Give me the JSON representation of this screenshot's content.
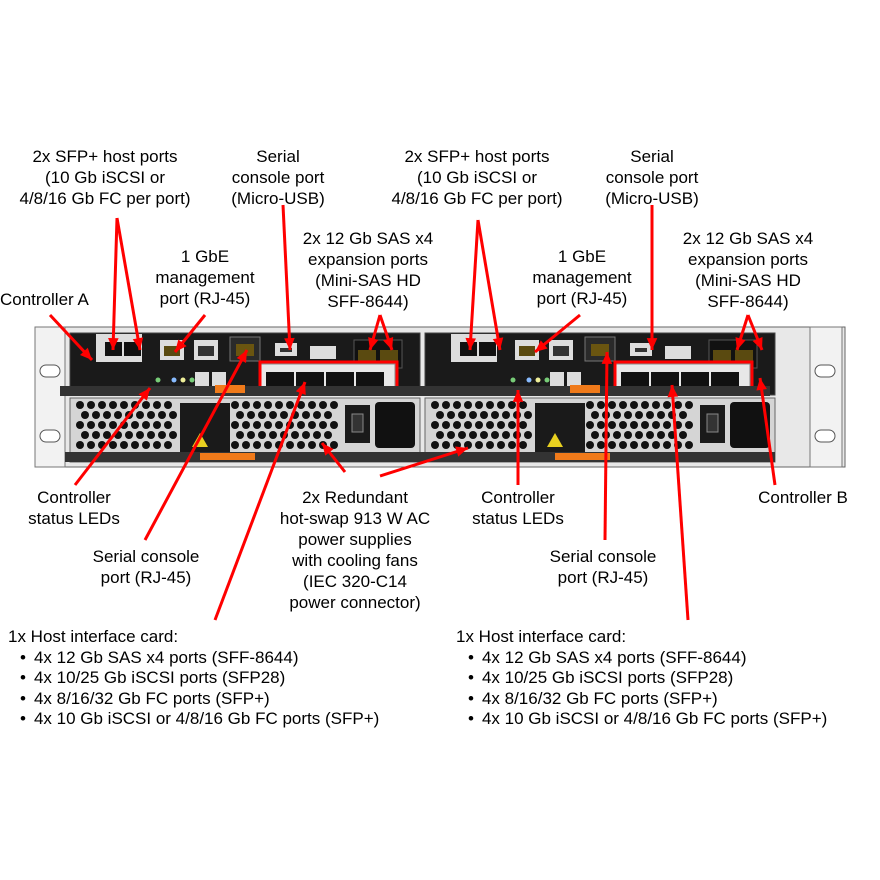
{
  "callouts": {
    "sfp_left": [
      "2x SFP+ host ports",
      "(10 Gb iSCSI or",
      "4/8/16 Gb FC per port)"
    ],
    "serial_usb_left": [
      "Serial",
      "console port",
      "(Micro-USB)"
    ],
    "gbe_left": [
      "1 GbE",
      "management",
      "port (RJ-45)"
    ],
    "sas_left": [
      "2x 12 Gb SAS x4",
      "expansion ports",
      "(Mini-SAS HD",
      "SFF-8644)"
    ],
    "controller_a": [
      "Controller A"
    ],
    "sfp_right": [
      "2x SFP+ host ports",
      "(10 Gb iSCSI or",
      "4/8/16 Gb FC per port)"
    ],
    "serial_usb_right": [
      "Serial",
      "console port",
      "(Micro-USB)"
    ],
    "gbe_right": [
      "1 GbE",
      "management",
      "port (RJ-45)"
    ],
    "sas_right": [
      "2x 12 Gb SAS x4",
      "expansion ports",
      "(Mini-SAS HD",
      "SFF-8644)"
    ],
    "status_leds_left": [
      "Controller",
      "status LEDs"
    ],
    "serial_rj45_left": [
      "Serial console",
      "port (RJ-45)"
    ],
    "psu": [
      "2x Redundant",
      "hot-swap 913 W AC",
      "power supplies",
      "with cooling fans",
      "(IEC 320-C14",
      "power connector)"
    ],
    "status_leds_right": [
      "Controller",
      "status LEDs"
    ],
    "serial_rj45_right": [
      "Serial console",
      "port (RJ-45)"
    ],
    "controller_b": [
      "Controller B"
    ]
  },
  "host_cards": [
    {
      "title": "1x Host interface card:",
      "items": [
        "4x 12 Gb SAS x4 ports (SFF-8644)",
        "4x 10/25 Gb iSCSI ports (SFP28)",
        "4x 8/16/32 Gb FC ports (SFP+)",
        "4x 10 Gb iSCSI or 4/8/16 Gb FC ports (SFP+)"
      ]
    },
    {
      "title": "1x Host interface card:",
      "items": [
        "4x 12 Gb SAS x4 ports (SFF-8644)",
        "4x 10/25 Gb iSCSI ports (SFP28)",
        "4x 8/16/32 Gb FC ports (SFP+)",
        "4x 10 Gb iSCSI or 4/8/16 Gb FC ports (SFP+)"
      ]
    }
  ],
  "colors": {
    "arrow": "#ff0000",
    "handle": "#f07a1a",
    "chassis": "#e8e8e8",
    "module": "#1a1a1a"
  }
}
